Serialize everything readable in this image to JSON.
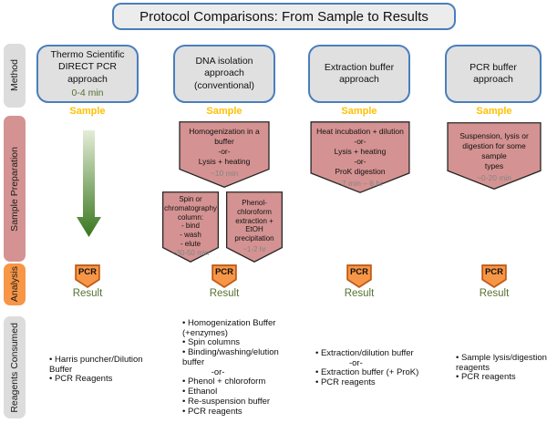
{
  "title": "Protocol Comparisons: From Sample to Results",
  "row_labels": {
    "method": "Method",
    "sample_preparation": "Sample Preparation",
    "analysis": "Analysis",
    "reagents_consumed": "Reagents Consumed"
  },
  "labels": {
    "sample": "Sample",
    "pcr": "PCR",
    "result": "Result"
  },
  "colors": {
    "header_fill": "#e0e0e0",
    "blue_border": "#4a7ebb",
    "pink": "#d49392",
    "orange": "#f79646",
    "orange_border": "#bf5b16",
    "gold_text": "#ffc000",
    "olive_text": "#56712f",
    "time_text_gray": "#848484",
    "arrow_gradient_top": "#e4edd7",
    "arrow_gradient_bottom": "#38761d"
  },
  "columns": [
    {
      "method_lines": [
        "Thermo Scientific",
        "DIRECT PCR",
        "approach"
      ],
      "method_time": "0-4 min",
      "reagents_lines": [
        "• Harris puncher/Dilution",
        "Buffer",
        "• PCR Reagents"
      ]
    },
    {
      "method_lines": [
        "DNA isolation",
        "approach",
        "(conventional)"
      ],
      "prep_steps": [
        {
          "lines": [
            "Homogenization in a",
            "buffer",
            "-or-",
            "Lysis + heating"
          ],
          "time": "~10 min"
        },
        {
          "lines": [
            "Spin or",
            "chromatography",
            "column:",
            "- bind",
            "- wash",
            "- elute"
          ],
          "time": "~30-50 min"
        },
        {
          "lines": [
            "Phenol-",
            "chloroform",
            "extraction +",
            "EtOH",
            "precipitation"
          ],
          "time": "~1-2 hr"
        }
      ],
      "reagents_lines": [
        "• Homogenization Buffer",
        "(+enzymes)",
        "• Spin columns",
        "• Binding/washing/elution",
        "buffer",
        "            -or-",
        "• Phenol + chloroform",
        "• Ethanol",
        "• Re-suspension buffer",
        "• PCR reagents"
      ]
    },
    {
      "method_lines": [
        "Extraction buffer",
        "approach"
      ],
      "prep_steps": [
        {
          "lines": [
            "Heat incubation + dilution",
            "-or-",
            "Lysis + heating",
            "-or-",
            "ProK digestion"
          ],
          "time": "~7 min – 6 hr"
        }
      ],
      "reagents_lines": [
        "• Extraction/dilution buffer",
        "              -or-",
        "• Extraction buffer (+ ProK)",
        "• PCR reagents"
      ]
    },
    {
      "method_lines": [
        "PCR buffer",
        "approach"
      ],
      "prep_steps": [
        {
          "lines": [
            "Suspension, lysis or",
            "digestion for some sample",
            "types"
          ],
          "time": "~0-20 min"
        }
      ],
      "reagents_lines": [
        "• Sample lysis/digestion",
        "reagents",
        "• PCR reagents"
      ]
    }
  ]
}
